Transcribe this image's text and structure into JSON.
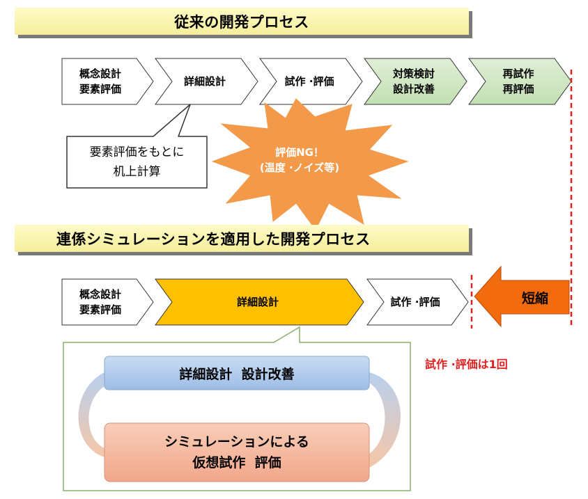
{
  "colors": {
    "banner": "#fbf6b4",
    "step_green": "#cfe6c3",
    "detail_orange": "#ffc000",
    "ng_burst": "#f39a4a",
    "shorten_arrow": "#f26b0d",
    "red_text": "#e02020",
    "dashed_line": "#e02020",
    "design_box": "#a9c6ea",
    "sim_box": "#f4b7a0",
    "group_border": "#8cb06a"
  },
  "conventional": {
    "title": "従来の開発プロセス",
    "steps": [
      {
        "line1": "概念設計",
        "line2": "要素評価"
      },
      {
        "line1": "詳細設計",
        "line2": ""
      },
      {
        "line1": "試作 ·評価",
        "line2": ""
      },
      {
        "line1": "対策検討",
        "line2": "設計改善"
      },
      {
        "line1": "再試作",
        "line2": "再評価"
      }
    ],
    "callout": {
      "line1": "要素評価をもとに",
      "line2": "机上計算"
    },
    "ng_burst": {
      "line1": "評価NG！",
      "line2": "(温度 ·ノイズ等)"
    }
  },
  "simulation": {
    "title": "連係シミュレーションを適用した開発プロセス",
    "steps": [
      {
        "line1": "概念設計",
        "line2": "要素評価"
      },
      {
        "line1": "詳細設計",
        "line2": ""
      },
      {
        "line1": "試作 ·評価",
        "line2": ""
      }
    ],
    "shorten_label": "短縮",
    "once_note": "試作 ·評価は1回",
    "loop": {
      "design": "詳細設計  設計改善",
      "sim_line1": "シミュレーションによる",
      "sim_line2": "仮想試作  評価"
    }
  }
}
